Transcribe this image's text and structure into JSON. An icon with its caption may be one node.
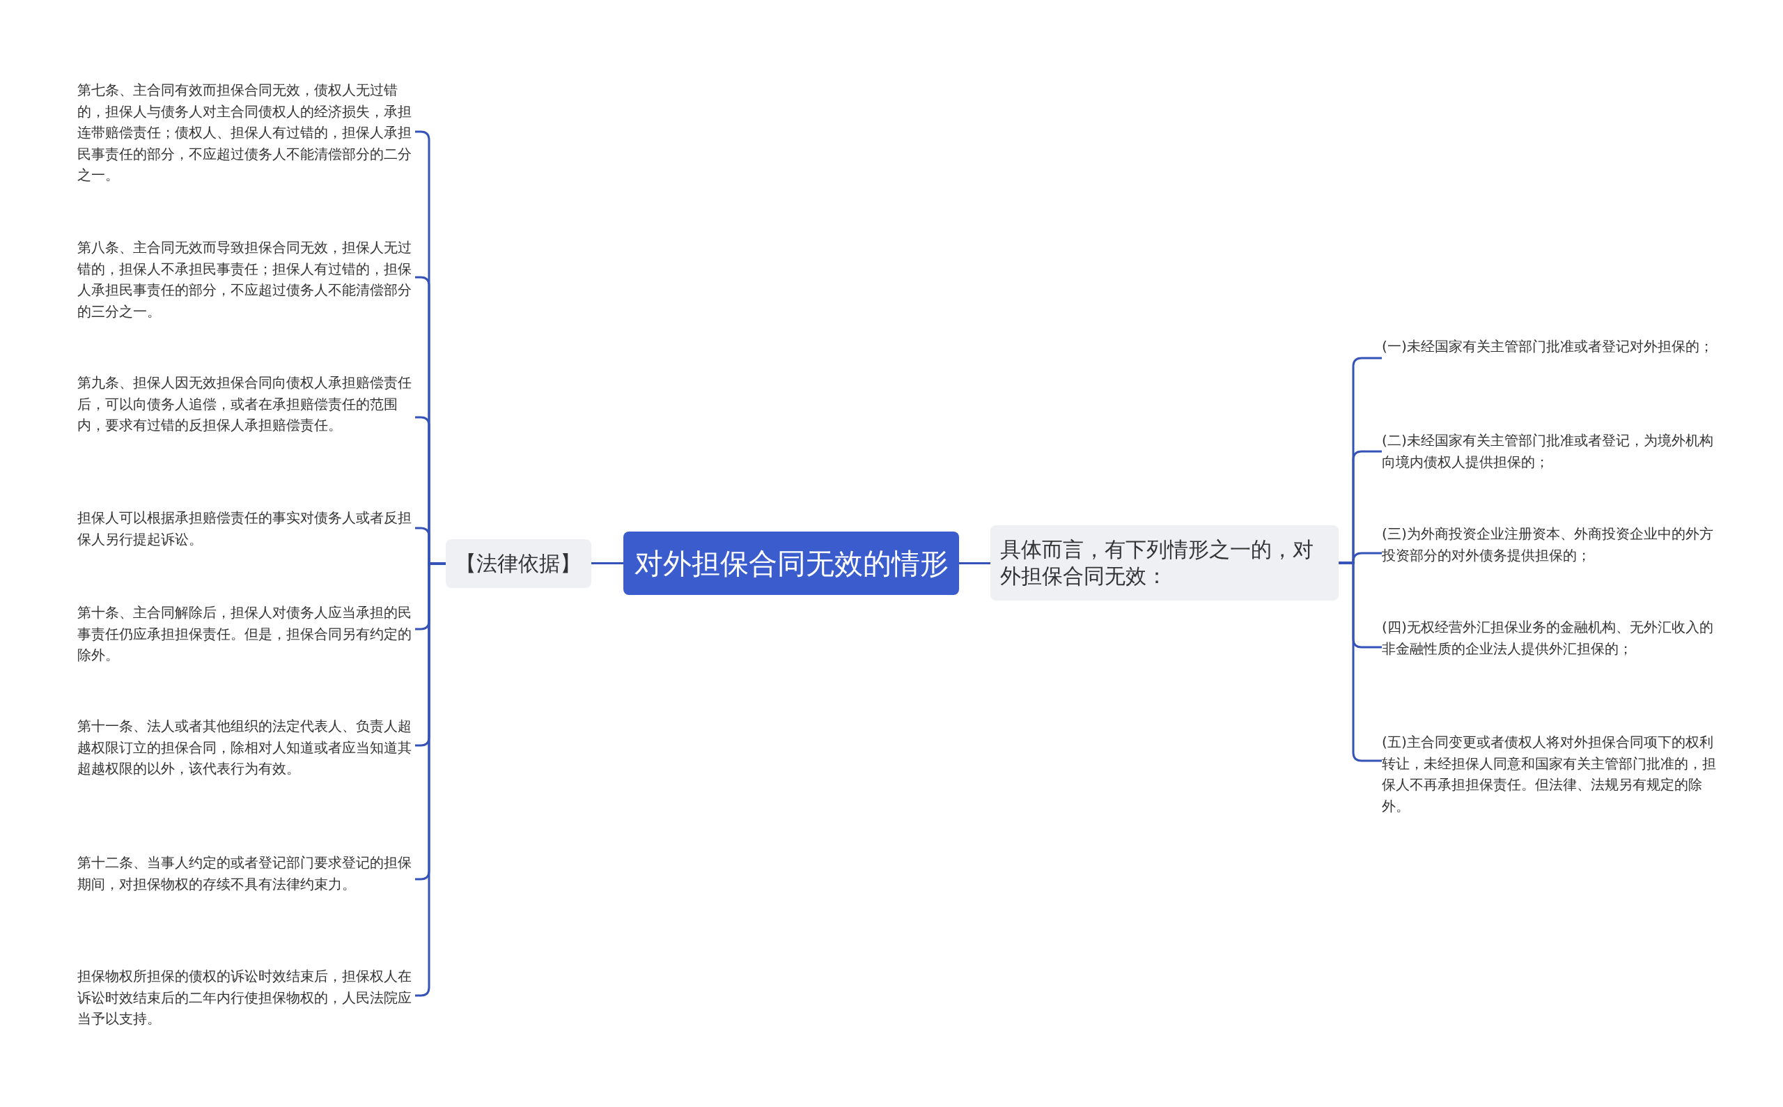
{
  "diagram": {
    "nodes": [
      {
        "text": [
          "对外担保合同无效的情形"
        ]
      },
      {
        "text": [
          "【法律依据】"
        ]
      },
      {
        "text": [
          "第七条、主合同有效而担保合同无效，债权人无过错的，担保人与债务人对主合同债权人的经济损失，承担连带赔偿责任；债权人、担保人有过错的，担保人承担民事责任的部分，不应超过债务人不能清偿部分的二分之一。"
        ]
      },
      {
        "text": [
          "第八条、主合同无效而导致担保合同无效，担保人无过错的，担保人不承担民事责任；担保人有过错的，担保人承担民事责任的部分，不应超过债务人不能清偿部分的三分之一。"
        ]
      },
      {
        "text": [
          "第九条、担保人因无效担保合同向债权人承担赔偿责任后，可以向债务人追偿，或者在承担赔偿责任的范围内，要求有过错的反担保人承担赔偿责任。"
        ]
      },
      {
        "text": [
          "担保人可以根据承担赔偿责任的事实对债务人或者反担保人另行提起诉讼。"
        ]
      },
      {
        "text": [
          "第十条、主合同解除后，担保人对债务人应当承担的民事责任仍应承担担保责任。但是，担保合同另有约定的除外。"
        ]
      },
      {
        "text": [
          "第十一条、法人或者其他组织的法定代表人、负责人超越权限订立的担保合同，除相对人知道或者应当知道其超越权限的以外，该代表行为有效。"
        ]
      },
      {
        "text": [
          "第十二条、当事人约定的或者登记部门要求登记的担保期间，对担保物权的存续不具有法律约束力。"
        ]
      },
      {
        "text": [
          "担保物权所担保的债权的诉讼时效结束后，担保权人在诉讼时效结束后的二年内行使担保物权的，人民法院应当予以支持。"
        ]
      },
      {
        "text": [
          "具体而言，有下列情形之一的，对外担保合同无效："
        ]
      },
      {
        "text": [
          "(一)未经国家有关主管部门批准或者登记对外担保的；"
        ]
      },
      {
        "text": [
          "(二)未经国家有关主管部门批准或者登记，为境外机构向境内债权人提供担保的；"
        ]
      },
      {
        "text": [
          "(三)为外商投资企业注册资本、外商投资企业中的外方投资部分的对外债务提供担保的；"
        ]
      },
      {
        "text": [
          "(四)无权经营外汇担保业务的金融机构、无外汇收入的非金融性质的企业法人提供外汇担保的；"
        ]
      },
      {
        "text": [
          "(五)主合同变更或者债权人将对外担保合同项下的权利转让，未经担保人同意和国家有关主管部门批准的，担保人不再承担担保责任。但法律、法规另有规定的除外。"
        ]
      }
    ],
    "edges": [
      {
        "from": 0,
        "to": 1,
        "arrow": "none"
      },
      {
        "from": 1,
        "to": 2,
        "arrow": "none"
      },
      {
        "from": 1,
        "to": 3,
        "arrow": "none"
      },
      {
        "from": 1,
        "to": 4,
        "arrow": "none"
      },
      {
        "from": 1,
        "to": 5,
        "arrow": "none"
      },
      {
        "from": 1,
        "to": 6,
        "arrow": "none"
      },
      {
        "from": 1,
        "to": 7,
        "arrow": "none"
      },
      {
        "from": 1,
        "to": 8,
        "arrow": "none"
      },
      {
        "from": 1,
        "to": 9,
        "arrow": "none"
      },
      {
        "from": 0,
        "to": 10,
        "arrow": "none"
      },
      {
        "from": 10,
        "to": 11,
        "arrow": "none"
      },
      {
        "from": 10,
        "to": 12,
        "arrow": "none"
      },
      {
        "from": 10,
        "to": 13,
        "arrow": "none"
      },
      {
        "from": 10,
        "to": 14,
        "arrow": "none"
      },
      {
        "from": 10,
        "to": 15,
        "arrow": "none"
      }
    ]
  }
}
